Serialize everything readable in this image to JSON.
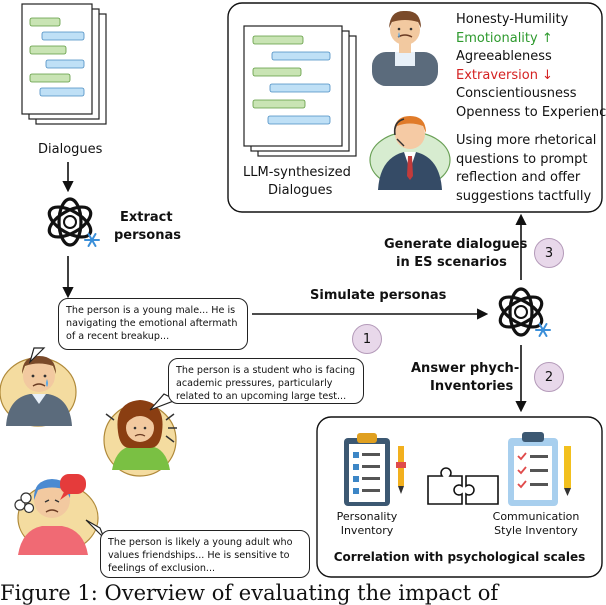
{
  "left": {
    "dialogues_label": "Dialogues",
    "extract_label_1": "Extract",
    "extract_label_2": "personas"
  },
  "top_box": {
    "dialogues_label_1": "LLM-synthesized",
    "dialogues_label_2": "Dialogues",
    "traits": [
      {
        "text": "Honesty-Humility",
        "color": "#111111"
      },
      {
        "text": "Emotionality ↑",
        "color": "#2e9a2e"
      },
      {
        "text": "Agreeableness",
        "color": "#111111"
      },
      {
        "text": "Extraversion ↓",
        "color": "#d42222"
      },
      {
        "text": "Conscientiousness",
        "color": "#111111"
      },
      {
        "text": "Openness to Experience",
        "color": "#111111"
      }
    ],
    "style_lines": [
      "Using more rhetorical",
      "questions to prompt",
      "reflection and offer",
      "suggestions tactfully"
    ]
  },
  "labels": {
    "generate_1": "Generate dialogues",
    "generate_2": "in ES scenarios",
    "simulate": "Simulate personas",
    "answer_1": "Answer phych-",
    "answer_2": "Inventories",
    "num_1": "1",
    "num_2": "2",
    "num_3": "3"
  },
  "bubbles": {
    "b1": "The person is a young male... He is navigating the emotional aftermath of a recent breakup...",
    "b2": "The person is a student who is facing academic pressures, particularly related to an upcoming large test...",
    "b3": "The person is likely a young adult who values friendships... He is sensitive to feelings of exclusion..."
  },
  "bottom_box": {
    "personality_1": "Personality",
    "personality_2": "Inventory",
    "communication_1": "Communication",
    "communication_2": "Style Inventory",
    "correlation": "Correlation with psychological scales"
  },
  "caption": "Figure 1: Overview of evaluating the impact of"
}
